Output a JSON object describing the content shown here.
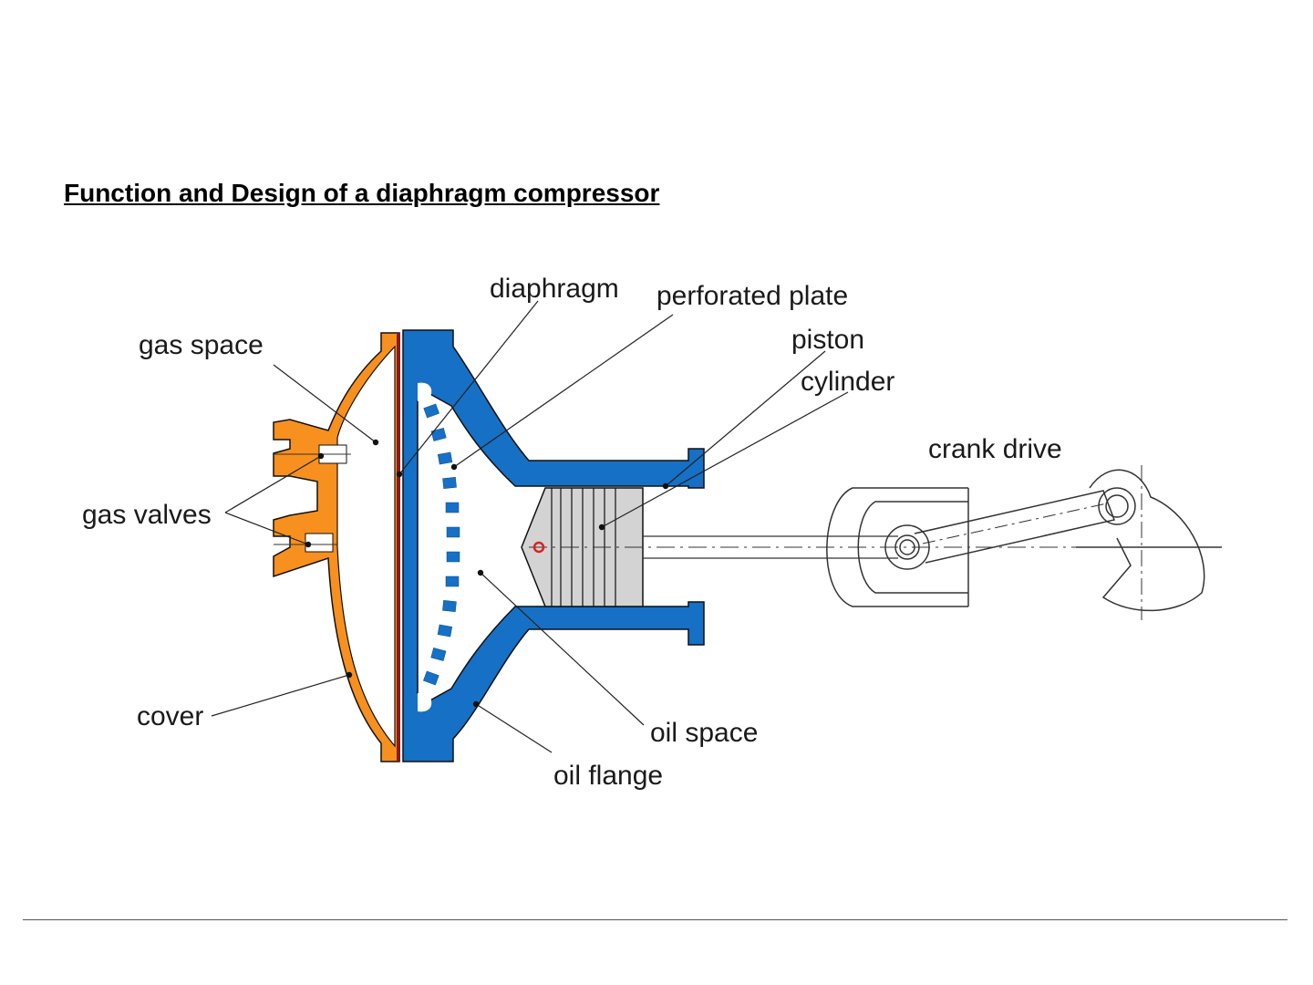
{
  "title": "Function and Design of a diaphragm compressor",
  "labels": {
    "diaphragm": "diaphragm",
    "perforated_plate": "perforated plate",
    "gas_space": "gas space",
    "piston": "piston",
    "cylinder": "cylinder",
    "crank_drive": "crank drive",
    "gas_valves": "gas valves",
    "cover": "cover",
    "oil_space": "oil space",
    "oil_flange": "oil flange"
  },
  "colors": {
    "cover": "#f7901e",
    "flange": "#1570c6",
    "diaphragm": "#8b1a1a",
    "piston": "#d3d3d3",
    "pointer": "#e02020"
  }
}
